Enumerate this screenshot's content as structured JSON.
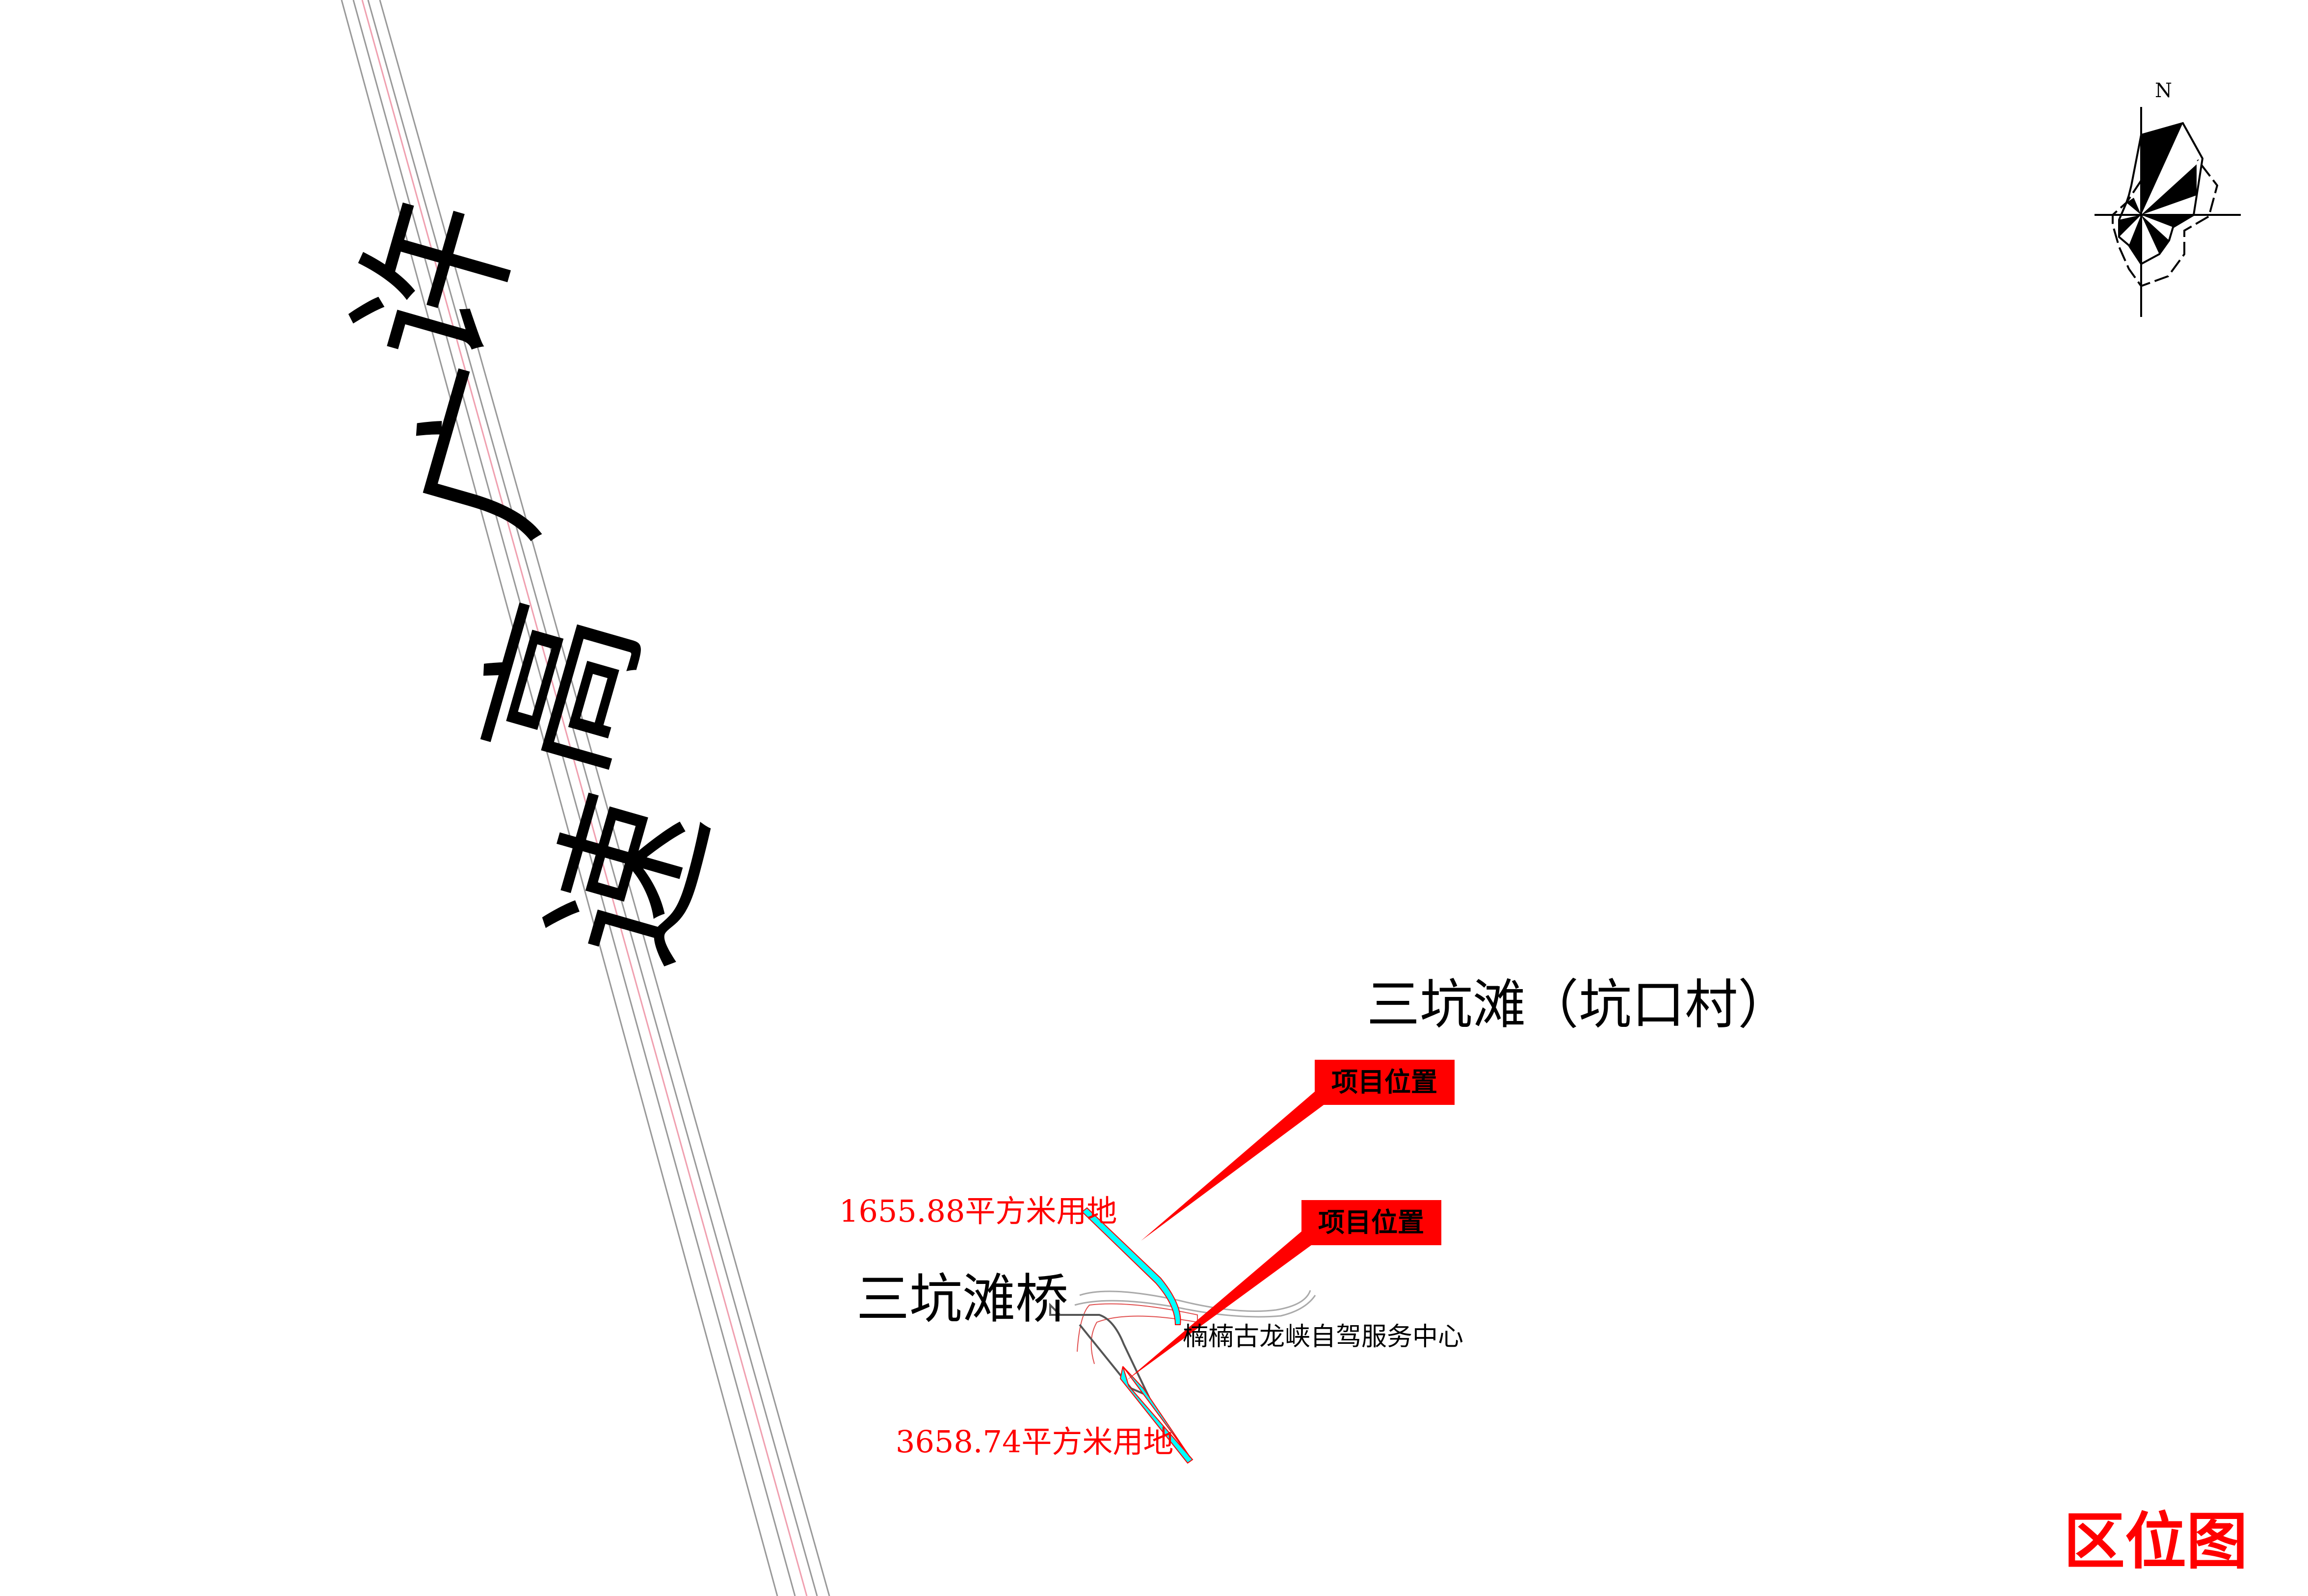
{
  "highway": {
    "chars": [
      "许",
      "广",
      "高",
      "速"
    ]
  },
  "places": {
    "village": "三坑滩（坑口村）",
    "bridge": "三坑滩桥",
    "service_center": "楠楠古龙峡自驾服务中心"
  },
  "callouts": [
    {
      "label": "项目位置",
      "area": "1655.88平方米用地"
    },
    {
      "label": "项目位置",
      "area": "3658.74平方米用地"
    }
  ],
  "compass": {
    "north": "N"
  },
  "map_title": "区位图",
  "colors": {
    "accent": "#ff0000",
    "parcel": "#00ffff",
    "road": "#999999",
    "road_center": "#f0a0b0"
  }
}
